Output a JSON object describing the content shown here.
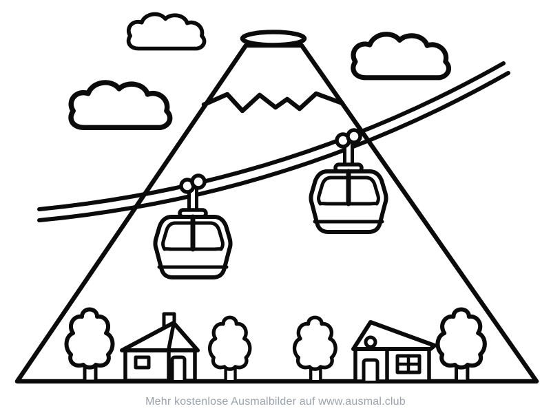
{
  "page": {
    "background_color": "#ffffff",
    "line_color": "#0b0b0b",
    "footer": {
      "text": "Mehr kostenlose Ausmalbilder auf www.ausmal.club",
      "color": "#9aa2ac"
    }
  },
  "scene": {
    "description": "Black-and-white coloring page: volcano mountain (Mount Fuji style) with crater rim and snow line, double cable with two gondola cable cars, three clouds, four trees, two houses on a ground line",
    "counts": {
      "clouds": 3,
      "cable_cars": 2,
      "trees": 4,
      "houses": 2
    },
    "objects": [
      "mountain-with-crater-and-snowline",
      "cloud-top-left",
      "cloud-middle-left",
      "cloud-right",
      "cable-line-upper",
      "cable-line-lower",
      "cable-car-left",
      "cable-car-right",
      "tree-1",
      "tree-2",
      "tree-3",
      "tree-4",
      "house-left-with-chimney",
      "house-right-with-round-window",
      "ground-line"
    ]
  }
}
